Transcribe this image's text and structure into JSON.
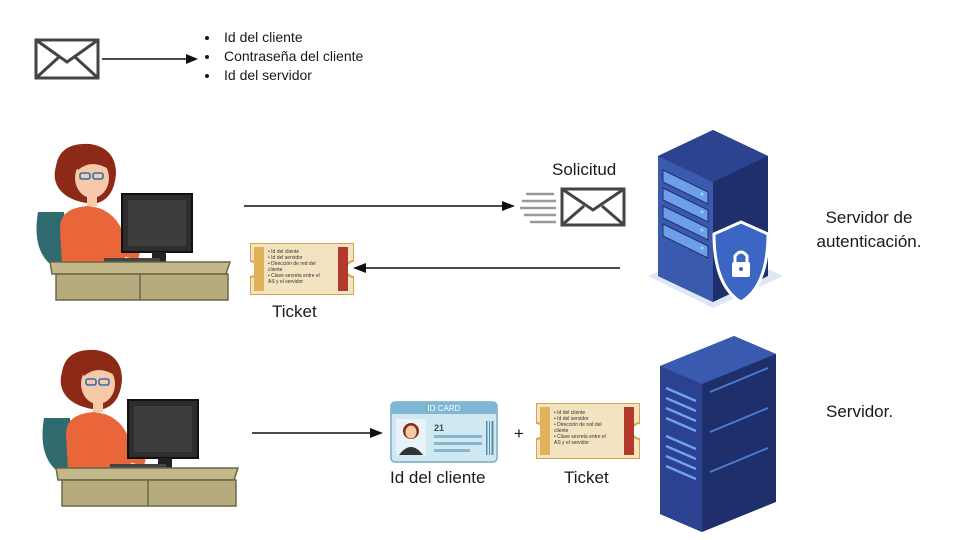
{
  "legend": {
    "items": [
      "Id del cliente",
      "Contraseña del cliente",
      "Id del servidor"
    ]
  },
  "labels": {
    "request": "Solicitud",
    "auth_server": "Servidor de autenticación.",
    "ticket_top": "Ticket",
    "id_client": "Id del cliente",
    "plus": "+",
    "ticket_bottom": "Ticket",
    "server": "Servidor."
  },
  "id_card": {
    "header": "ID CARD",
    "number": "21"
  },
  "ticket": {
    "lines": [
      "• Id del cliente",
      "• Id del servidor",
      "• Dirección de red del",
      "  cliente",
      "• Clave secreta entre el",
      "  AS y el servidor"
    ]
  },
  "colors": {
    "server_dark": "#1f2f6b",
    "server_blue": "#4a7fd6",
    "shield_blue": "#3b66c4",
    "ticket_bg": "#f3e3c0",
    "ticket_stripe": "#d6a44a",
    "ticket_red": "#b33a2a",
    "id_card_bg": "#a9d4e6"
  }
}
